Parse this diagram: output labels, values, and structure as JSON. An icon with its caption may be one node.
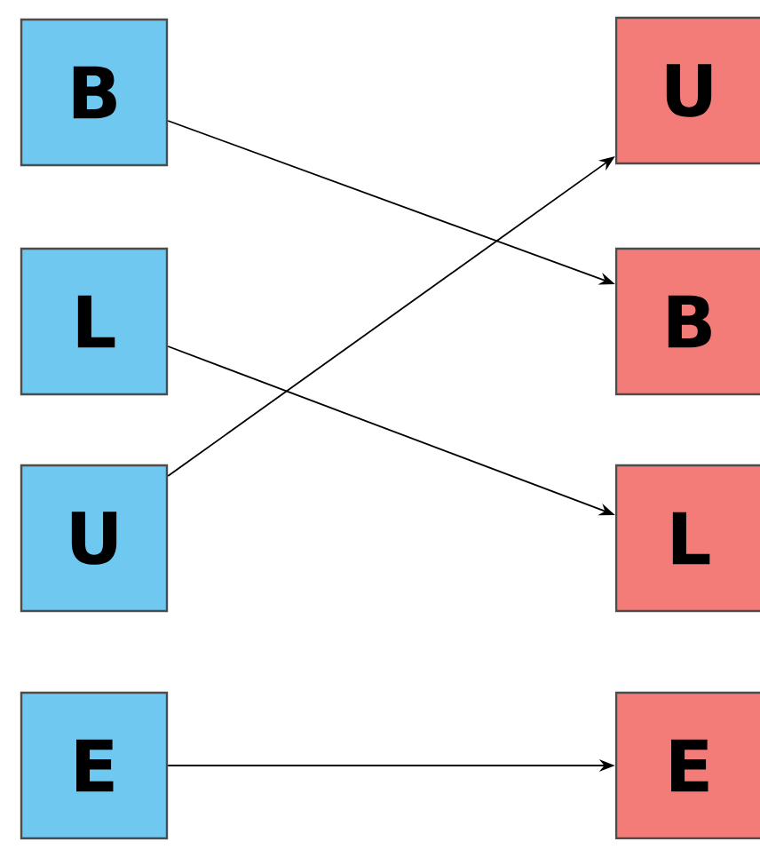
{
  "diagram": {
    "nodes": [
      {
        "text": [
          "B"
        ]
      },
      {
        "text": [
          "U"
        ]
      },
      {
        "text": [
          "L"
        ]
      },
      {
        "text": [
          "B"
        ]
      },
      {
        "text": [
          "U"
        ]
      },
      {
        "text": [
          "L"
        ]
      },
      {
        "text": [
          "E"
        ]
      },
      {
        "text": [
          "E"
        ]
      }
    ],
    "edges": [
      {
        "from": 0,
        "to": 3,
        "arrow": "to"
      },
      {
        "from": 2,
        "to": 5,
        "arrow": "to"
      },
      {
        "from": 4,
        "to": 1,
        "arrow": "to"
      },
      {
        "from": 6,
        "to": 7,
        "arrow": "to"
      }
    ]
  }
}
